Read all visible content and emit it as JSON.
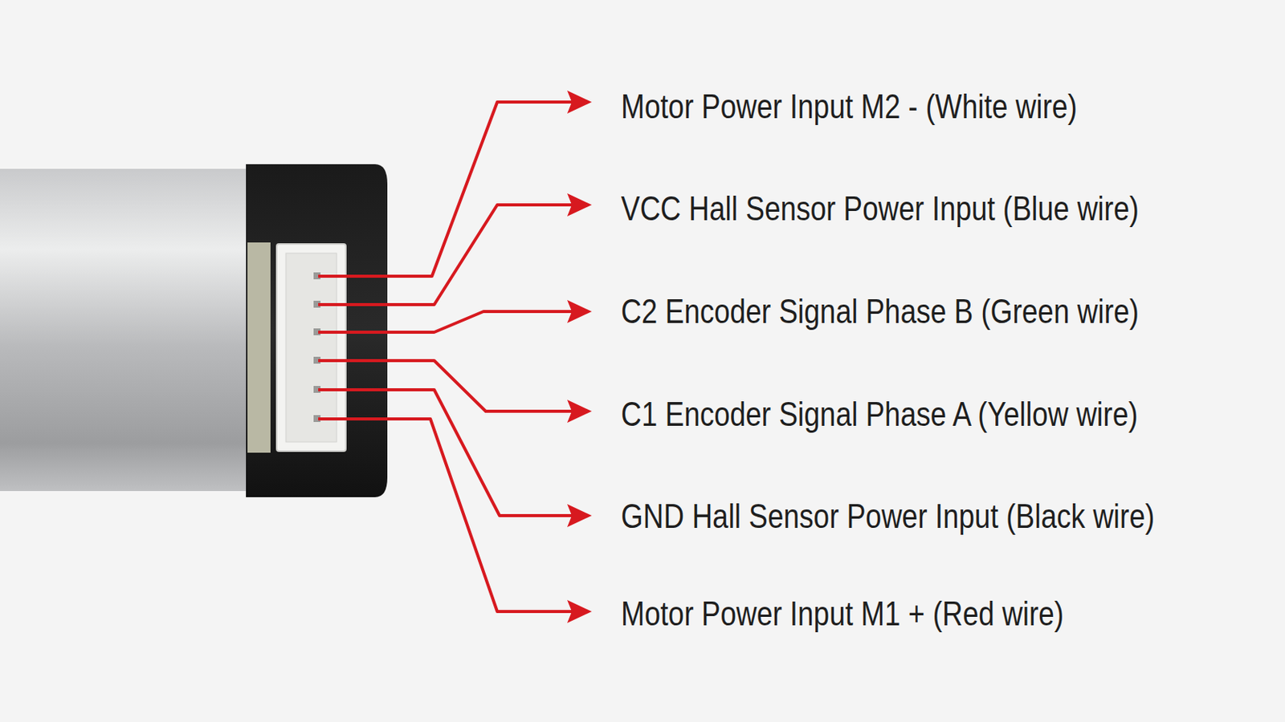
{
  "diagram": {
    "labels": [
      "Motor Power Input  M2 - (White wire)",
      "VCC Hall Sensor Power Input (Blue wire)",
      "C2 Encoder Signal Phase B (Green wire)",
      "C1 Encoder Signal Phase A (Yellow wire)",
      "GND Hall Sensor Power Input (Black wire)",
      "Motor Power Input M1 + (Red wire)"
    ]
  }
}
